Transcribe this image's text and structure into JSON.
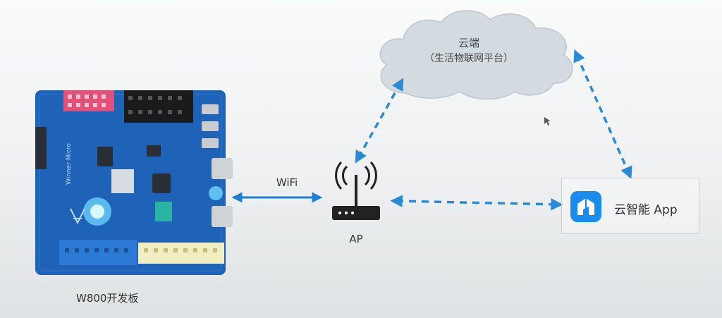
{
  "diagram": {
    "cloud": {
      "title": "云端",
      "subtitle": "（生活物联网平台）"
    },
    "link_label": "WiFi",
    "ap_label": "AP",
    "board_label": "W800开发板",
    "app": {
      "name": "云智能 App"
    },
    "board_silkscreen": "Winner Micro"
  },
  "colors": {
    "arrow": "#2a8ad6",
    "arrow_solid": "#1f7fd4",
    "cloud_fill": "#d3dbe1",
    "pcb": "#1f63b8",
    "app_icon": "#1a8cf0"
  },
  "icons": [
    "cloud-icon",
    "router-icon",
    "app-icon",
    "dev-board-image",
    "mouse-cursor-icon"
  ]
}
